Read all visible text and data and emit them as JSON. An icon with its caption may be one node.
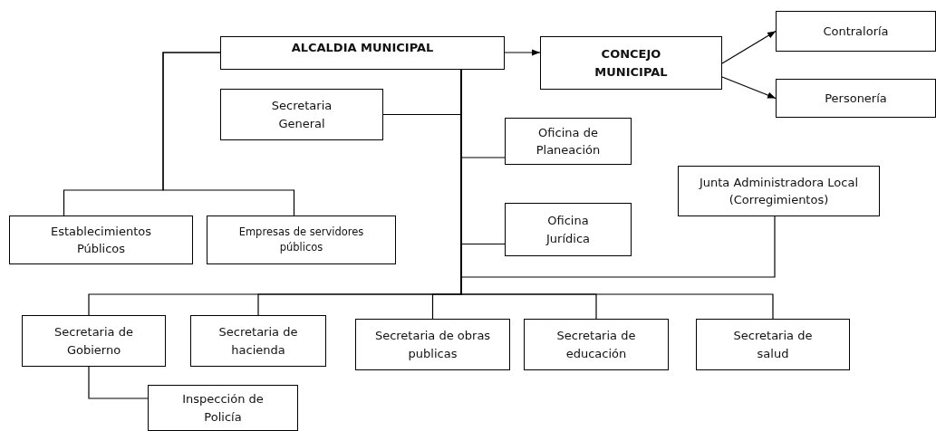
{
  "diagram": {
    "nodes": [
      {
        "text": [
          "ALCALDIA MUNICIPAL"
        ]
      },
      {
        "text": [
          "CONCEJO MUNICIPAL"
        ]
      },
      {
        "text": [
          "Contraloría"
        ]
      },
      {
        "text": [
          "Personería"
        ]
      },
      {
        "text": [
          "Secretaria General"
        ]
      },
      {
        "text": [
          "Oficina de Planeación"
        ]
      },
      {
        "text": [
          "Junta Administradora Local (Corregimientos)"
        ]
      },
      {
        "text": [
          "Oficina Jurídica"
        ]
      },
      {
        "text": [
          "Establecimientos Públicos"
        ]
      },
      {
        "text": [
          "Empresas de servidores públicos"
        ]
      },
      {
        "text": [
          "Secretaria de Gobierno"
        ]
      },
      {
        "text": [
          "Secretaria de hacienda"
        ]
      },
      {
        "text": [
          "Secretaria de obras publicas"
        ]
      },
      {
        "text": [
          "Secretaria de educación"
        ]
      },
      {
        "text": [
          "Secretaria de salud"
        ]
      },
      {
        "text": [
          "Inspección de Policía"
        ]
      }
    ],
    "edges": [
      {
        "from": 0,
        "to": 1,
        "arrow": "to"
      },
      {
        "from": 1,
        "to": 2,
        "arrow": "to"
      },
      {
        "from": 1,
        "to": 3,
        "arrow": "to"
      },
      {
        "from": 0,
        "to": 4,
        "arrow": "none"
      },
      {
        "from": 0,
        "to": 5,
        "arrow": "none"
      },
      {
        "from": 0,
        "to": 7,
        "arrow": "none"
      },
      {
        "from": 0,
        "to": 6,
        "arrow": "none"
      },
      {
        "from": 0,
        "to": 8,
        "arrow": "none"
      },
      {
        "from": 0,
        "to": 9,
        "arrow": "none"
      },
      {
        "from": 0,
        "to": 10,
        "arrow": "none"
      },
      {
        "from": 0,
        "to": 11,
        "arrow": "none"
      },
      {
        "from": 0,
        "to": 12,
        "arrow": "none"
      },
      {
        "from": 0,
        "to": 13,
        "arrow": "none"
      },
      {
        "from": 0,
        "to": 14,
        "arrow": "none"
      },
      {
        "from": 10,
        "to": 15,
        "arrow": "none"
      }
    ]
  }
}
